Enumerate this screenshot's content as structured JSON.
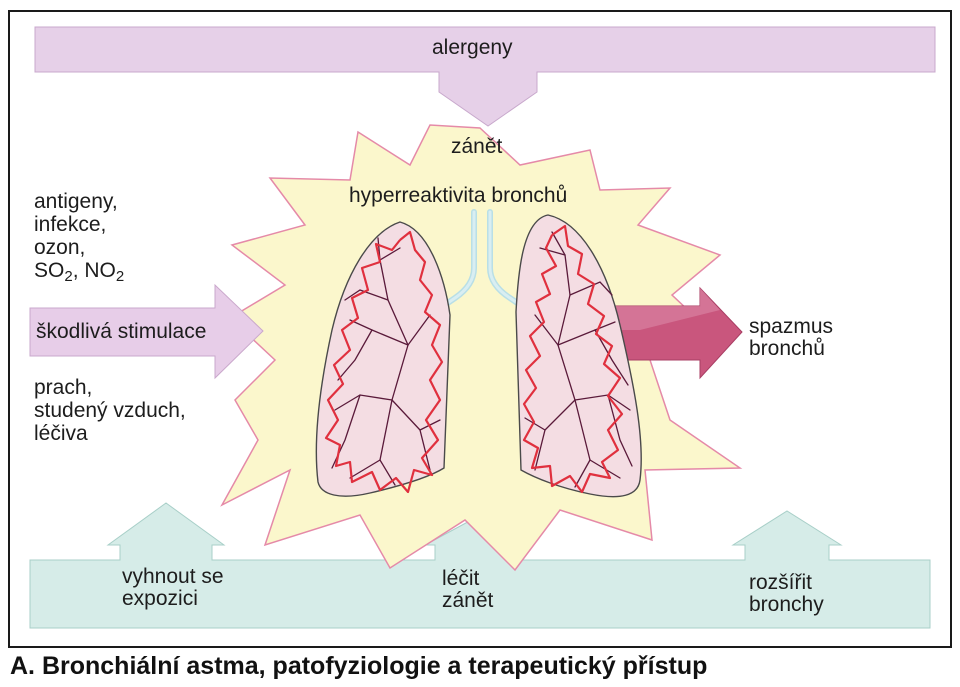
{
  "labels": {
    "allergens": "alergeny",
    "inflammation": "zánět",
    "hyperreactivity": "hyperreaktivita bronchů",
    "triggers_top": {
      "line1": "antigeny,",
      "line2": "infekce,",
      "line3": "ozon,",
      "so": "SO",
      "so_sub": "2",
      "sep": ", NO",
      "no_sub": "2"
    },
    "harmful_stimulation": "škodlivá stimulace",
    "triggers_bottom": {
      "line1": "prach,",
      "line2": "studený vzduch,",
      "line3": "léčiva"
    },
    "spasm": {
      "line1": "spazmus",
      "line2": "bronchů"
    },
    "avoid": {
      "line1": "vyhnout se",
      "line2": "expozici"
    },
    "treat": {
      "line1": "léčit",
      "line2": "zánět"
    },
    "dilate": {
      "line1": "rozšířit",
      "line2": "bronchy"
    }
  },
  "caption": "A. Bronchiální astma, patofyziologie a terapeutický přístup",
  "colors": {
    "allergen_arrow": "#e6d0e8",
    "burst_fill": "#fbf7cc",
    "burst_outline": "#e58aa8",
    "inflammation_line": "#e0303e",
    "lung_fill": "#f4dde3",
    "airway_line": "#5a1a3a",
    "spasm_arrow": "#c9567d",
    "stimulus_arrow": "#e7cde8",
    "therapy_band": "#d6ece8"
  }
}
